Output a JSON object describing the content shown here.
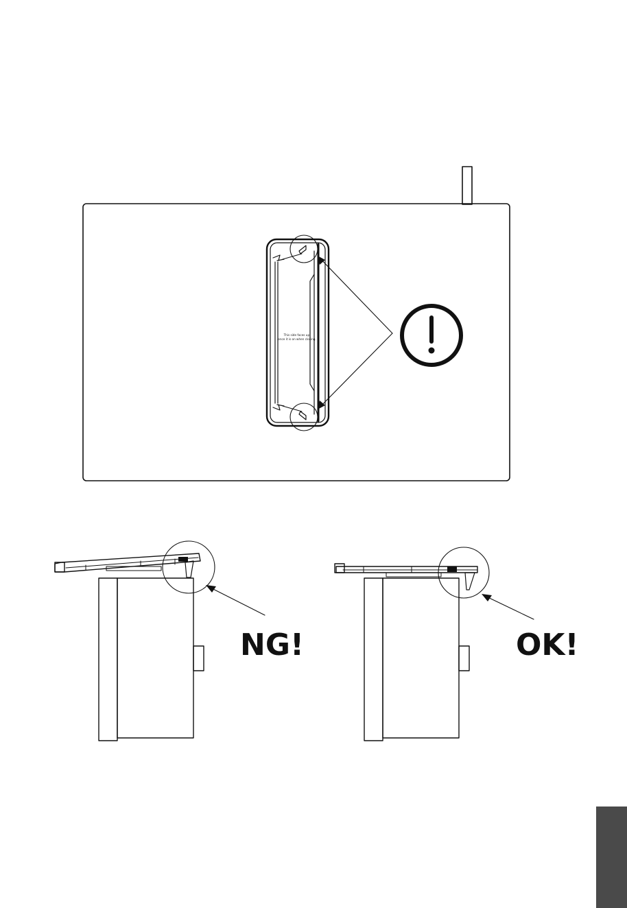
{
  "label_top": "This side faces up,",
  "label_bottom": "once it is on when closing.",
  "verdict_bad": "NG!",
  "verdict_good": "OK!",
  "icons": {
    "warning": "exclamation-circle-icon"
  },
  "colors": {
    "ink": "#111111",
    "tab": "#4a4a4a"
  }
}
